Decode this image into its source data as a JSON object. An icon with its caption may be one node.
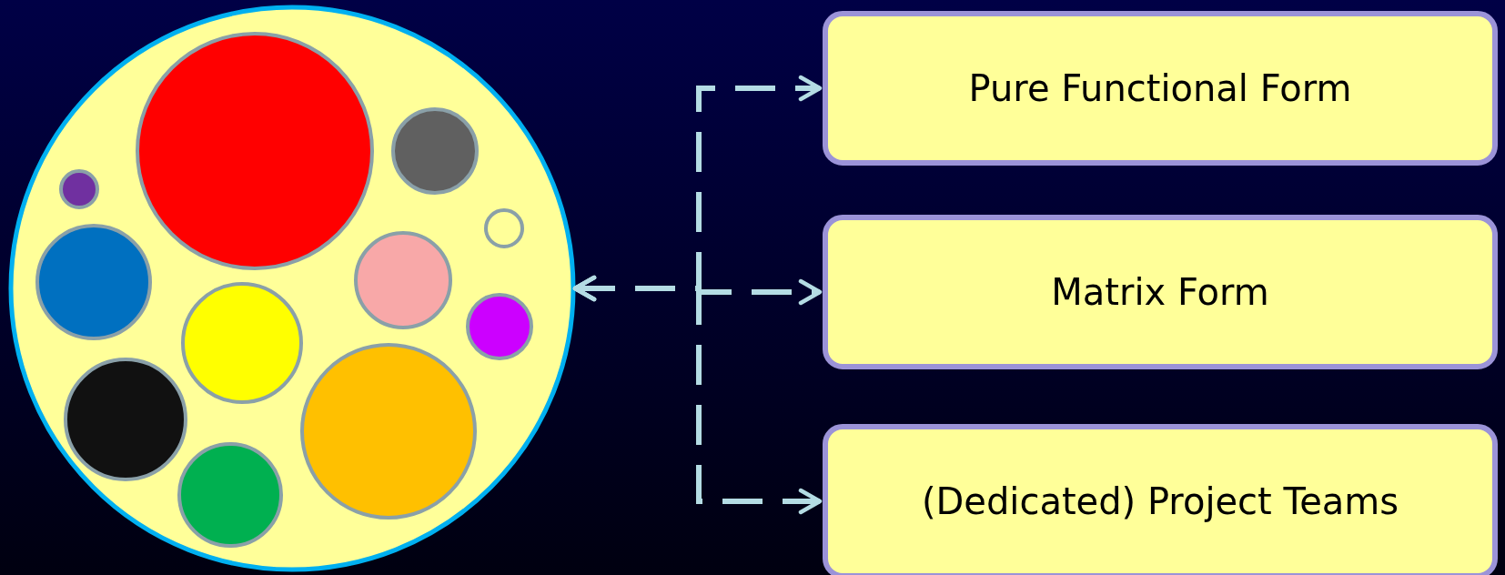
{
  "diagram": {
    "nodes": [
      {
        "text": [],
        "shape": "circle"
      },
      {
        "text": [
          "Pure Functional Form"
        ]
      },
      {
        "text": [
          "Matrix Form"
        ]
      },
      {
        "text": [
          "(Dedicated) Project Teams"
        ]
      }
    ],
    "edges": [
      {
        "from": 0,
        "to": 1,
        "arrow": "both",
        "style": "dashed"
      },
      {
        "from": 0,
        "to": 2,
        "arrow": "both",
        "style": "dashed"
      },
      {
        "from": 0,
        "to": 3,
        "arrow": "both",
        "style": "dashed"
      }
    ]
  }
}
